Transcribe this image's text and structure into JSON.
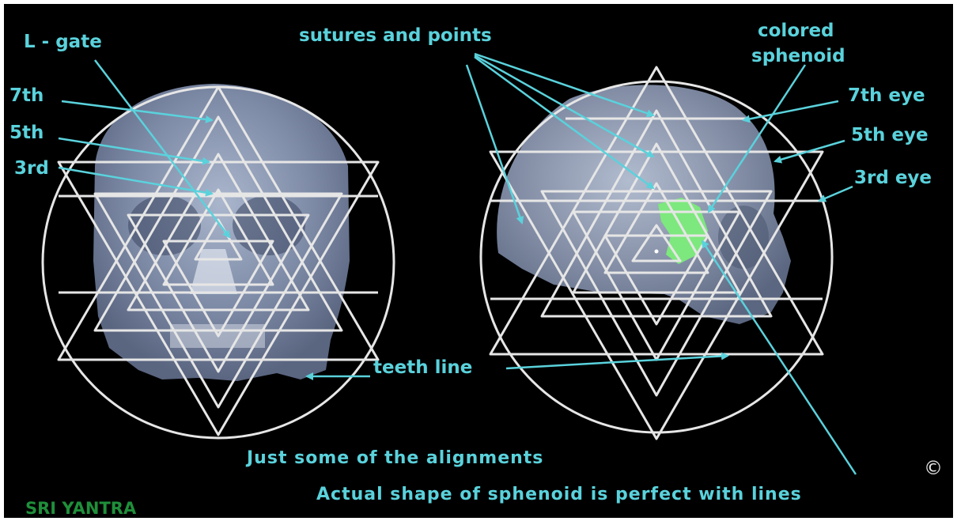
{
  "labels": {
    "l_gate": "L - gate",
    "seventh": "7th",
    "fifth": "5th",
    "third": "3rd",
    "sutures_and_points": "sutures and points",
    "colored_sphenoid_line1": "colored",
    "colored_sphenoid_line2": "sphenoid",
    "seventh_eye": "7th eye",
    "fifth_eye": "5th eye",
    "third_eye": "3rd eye",
    "teeth_line": "teeth line",
    "just_some": "Just some of the alignments",
    "actual_shape": "Actual shape of sphenoid is perfect with lines",
    "brand": "SRI YANTRA",
    "copyright": "©"
  },
  "figures": [
    {
      "name": "skull-front-view",
      "overlay": "sri-yantra"
    },
    {
      "name": "skull-side-view",
      "overlay": "sri-yantra",
      "highlight": "sphenoid"
    }
  ],
  "colors": {
    "background": "#000000",
    "label": "#5ad2dc",
    "yantra_lines": "#e6e6e6",
    "skull": "#8e9cb4",
    "sphenoid": "#7de87d",
    "brand": "#1f8f3a"
  }
}
